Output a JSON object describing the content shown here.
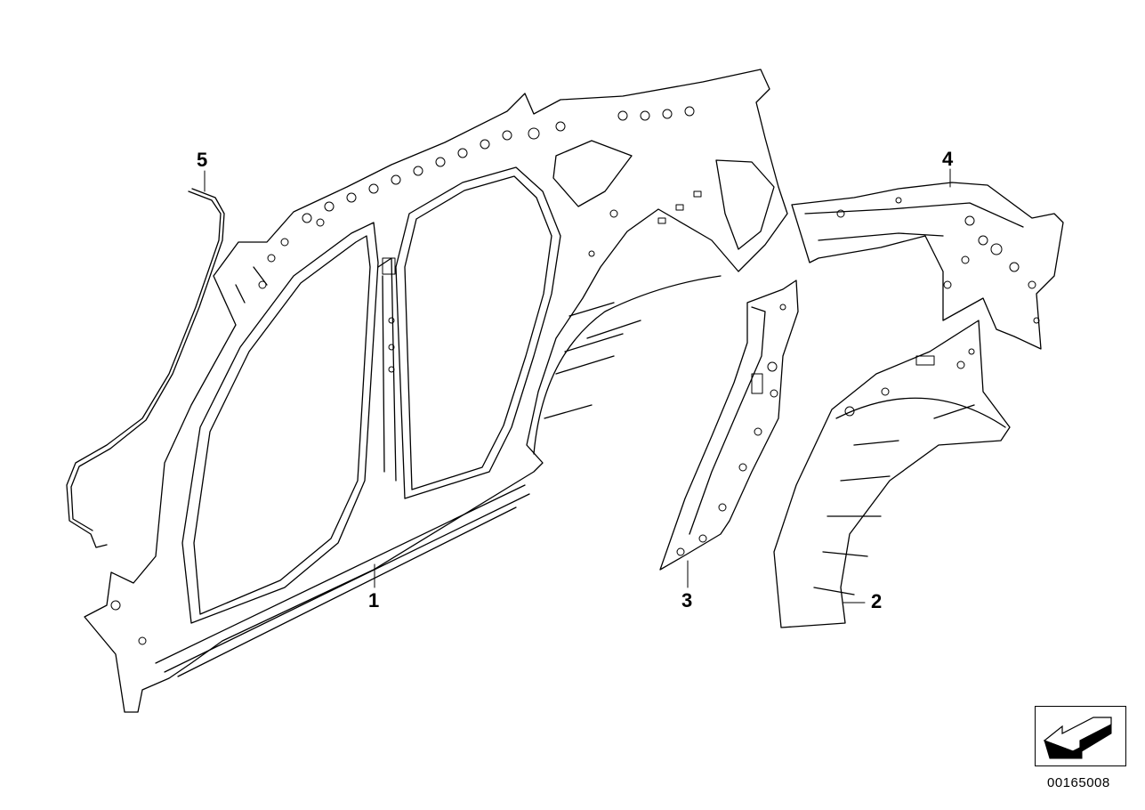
{
  "callouts": {
    "part_1": "1",
    "part_2": "2",
    "part_3": "3",
    "part_4": "4",
    "part_5": "5"
  },
  "document_number": "00165008",
  "icons": {
    "orientation": "arrow-left-icon"
  },
  "colors": {
    "line": "#000000",
    "background": "#ffffff"
  }
}
